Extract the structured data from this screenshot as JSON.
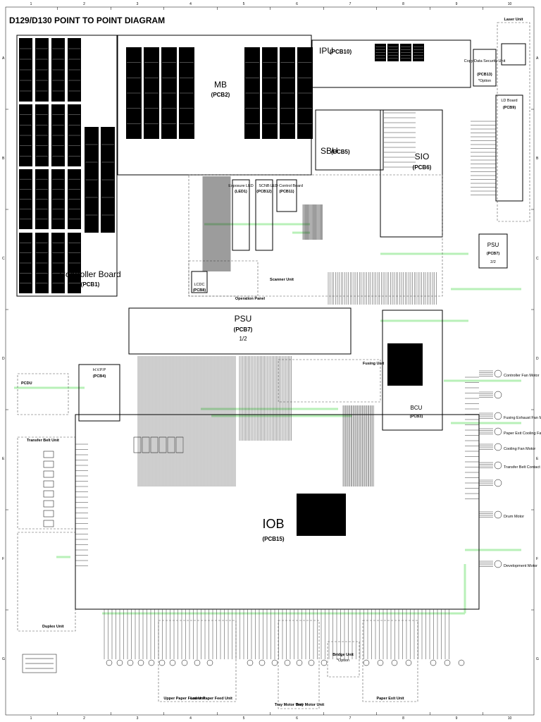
{
  "title": "D129/D130 POINT TO POINT DIAGRAM",
  "grid": {
    "columns": [
      "1",
      "2",
      "3",
      "4",
      "5",
      "6",
      "7",
      "8",
      "9",
      "10"
    ],
    "rows": [
      "A",
      "B",
      "C",
      "D",
      "E",
      "F",
      "G"
    ]
  },
  "boards": {
    "mb": {
      "name": "MB",
      "pcb": "(PCB2)"
    },
    "ipu": {
      "name": "IPU",
      "pcb": "(PCB10)"
    },
    "sbu": {
      "name": "SBU",
      "pcb": "(PCB5)"
    },
    "sio": {
      "name": "SIO",
      "pcb": "(PCB6)"
    },
    "controller": {
      "name": "Controller Board",
      "pcb": "(PCB1)"
    },
    "psu_main": {
      "name": "PSU",
      "pcb": "(PCB7)",
      "sub": "1/2"
    },
    "psu_right": {
      "name": "PSU",
      "pcb": "(PCB7)",
      "sub": "2/2"
    },
    "hvpp": {
      "name": "H.V.P.P",
      "pcb": "(PCB4)"
    },
    "bcu": {
      "name": "BCU",
      "pcb": "(PCB3)"
    },
    "iob": {
      "name": "IOB",
      "pcb": "(PCB15)"
    },
    "ld_board": {
      "name": "LD Board",
      "pcb": "(PCB9)"
    },
    "copy_data": {
      "name": "Copy Data Security Unit",
      "pcb": "(PCB13)",
      "sub": "*Option"
    }
  },
  "units": {
    "laser": "Laser Unit",
    "scanner": "Scanner Unit",
    "operation_panel": "Operation Panel",
    "fusing": "Fusing Unit",
    "transfer_belt": "Transfer Belt Unit",
    "duplex": "Duplex Unit",
    "pcdu": "PCDU",
    "bridge": "Bridge Unit",
    "bridge_option": "*Option",
    "upper_paper_feed": "Upper Paper Feed Unit",
    "lower_paper_feed": "Lower Paper Feed Unit",
    "tray_motor_1": "Tray Motor Unit",
    "tray_motor_2": "Tray Motor Unit",
    "paper_exit": "Paper Exit Unit",
    "led_control": "LED Control Board",
    "led_control_pcb": "(PCB11)",
    "exposure_led": "Exposure LED",
    "exposure_led_pcb": "(LED1)",
    "scnb": "SCNB",
    "scnb_pcb": "(PCB12)",
    "lcdc": "LCDC",
    "lcdc_pcb": "(PCB8)"
  },
  "right_labels": [
    "Controller Fan Motor",
    "Fusing Exhaust Fan Motor",
    "Paper Exit Cooling Fan Motor",
    "Cooling Fan Motor",
    "Transfer Belt Contact Motor",
    "Drum Motor",
    "Development Motor"
  ]
}
